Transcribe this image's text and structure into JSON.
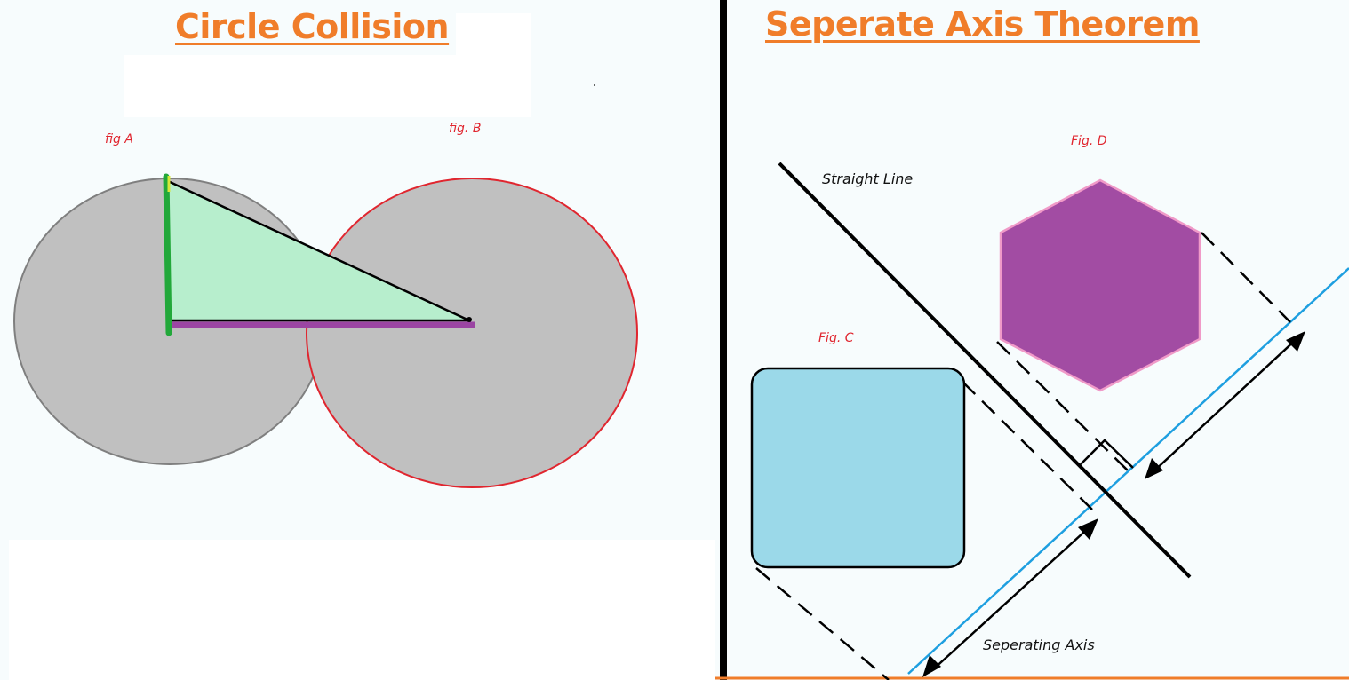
{
  "left_panel": {
    "title": "Circle Collision",
    "figures": [
      {
        "label": "fig A"
      },
      {
        "label": "fig. B"
      }
    ]
  },
  "right_panel": {
    "title": "Seperate Axis Theorem",
    "figures": [
      {
        "label": "Fig. C"
      },
      {
        "label": "Fig. D"
      }
    ],
    "line_label": "Straight Line",
    "axis_label": "Seperating Axis"
  },
  "colors": {
    "title": "#f07d2a",
    "figure_label": "#e0262f",
    "circle_fill": "#c0c0c0",
    "circle_a_stroke": "#7f7f7f",
    "circle_b_stroke": "#e0262f",
    "triangle_fill": "#b7eecd",
    "vertical_side": "#22a83a",
    "horizontal_side": "#9b45a3",
    "square_fill": "#9bd9e9",
    "hexagon_fill": "#a24ca3",
    "hexagon_stroke": "#f09ac8",
    "separating_axis": "#1e9fe0"
  }
}
